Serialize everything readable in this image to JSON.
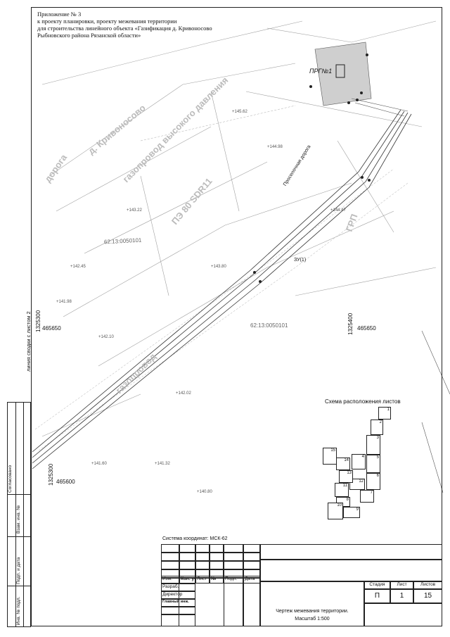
{
  "heading": {
    "line1": "Приложение № 3",
    "line2": "к проекту планировки, проекту межевания территории",
    "line3": "для строительства линейного объекта «Газификация д. Кривоносово",
    "line4": "Рыбновского района Рязанской области»"
  },
  "map_labels": {
    "cadastral_1": "62:13:0050101",
    "cadastral_2": "62:13:0050101",
    "road_label": "Проселочная дорога",
    "prg": "ПРГ№1",
    "zu": "ЗУ(1)",
    "match_line": "линия сводки с листом 2",
    "coord_x1": "465650",
    "coord_x2": "465650",
    "coord_x3": "465600",
    "coord_y1": "1325300",
    "coord_y2": "1325400",
    "coord_y3": "1325300"
  },
  "coordinate_system": "Система координат: МСК-62",
  "scheme": {
    "title": "Схема расположения листов",
    "sheets": [
      "1",
      "2",
      "3",
      "4",
      "5",
      "6",
      "7",
      "8",
      "9",
      "10",
      "11",
      "12",
      "13",
      "14",
      "15"
    ]
  },
  "side_stamp": {
    "soglasovano": "Согласовано",
    "vzam_inv": "Взам. инв. №",
    "podp_data": "Подп. и дата",
    "inv_podl": "Инв. № подл."
  },
  "stamp": {
    "izm": "Изм.",
    "kol_uch": "Кол. уч.",
    "list": "Лист",
    "num": "№",
    "podp": "Подп.",
    "data": "Дата",
    "razrab": "Разраб.",
    "direktor": "Директор",
    "glav_inzh": "Главный инж.",
    "stadia_h": "Стадия",
    "list_h": "Лист",
    "listov_h": "Листов",
    "stadia": "П",
    "list_v": "1",
    "listov": "15",
    "title1": "Чертеж межевания территории.",
    "title2": "Масштаб 1:500"
  }
}
